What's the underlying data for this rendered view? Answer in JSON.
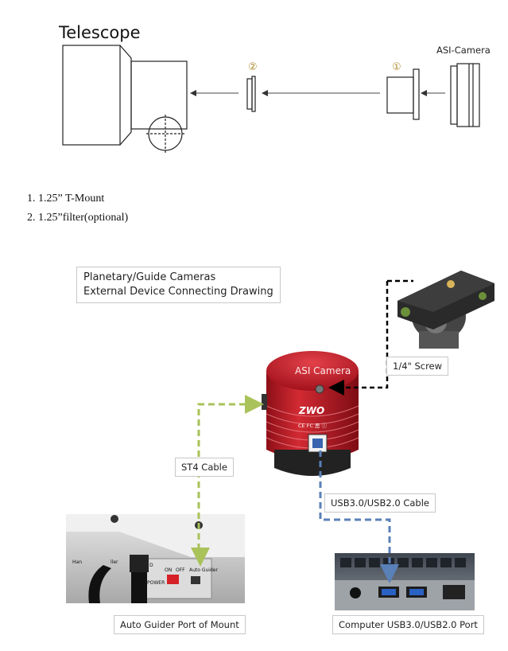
{
  "telescope_diagram": {
    "telescope_label": "Telescope",
    "camera_label": "ASI-Camera",
    "marker_1": "①",
    "marker_2": "②"
  },
  "parts_list": [
    "1. 1.25” T-Mount",
    "2. 1.25”filter(optional)"
  ],
  "connection_diagram": {
    "title_line1": "Planetary/Guide Cameras",
    "title_line2": "External Device Connecting Drawing",
    "camera_text": "ASI Camera",
    "brand_text": "ZWO",
    "cert_text": "CE FC 恶 ⓘ",
    "screw_label": "1/4\" Screw",
    "st4_label": "ST4 Cable",
    "usb_cable_label": "USB3.0/USB2.0 Cable",
    "mount_port_label": "Auto Guider Port of Mount",
    "computer_port_label": "Computer USB3.0/USB2.0 Port",
    "mount_panel_text": {
      "hand": "Han",
      "ctrl": "ller",
      "d": "D",
      "on": "ON",
      "off": "OFF",
      "auto_guider": "Auto Guider",
      "power": "POWER"
    }
  },
  "colors": {
    "camera_red": "#c8202a",
    "st4_arrow": "#a9c25a",
    "usb_arrow": "#5a80b8",
    "screw_arrow": "#000000",
    "line_art": "#222222"
  }
}
